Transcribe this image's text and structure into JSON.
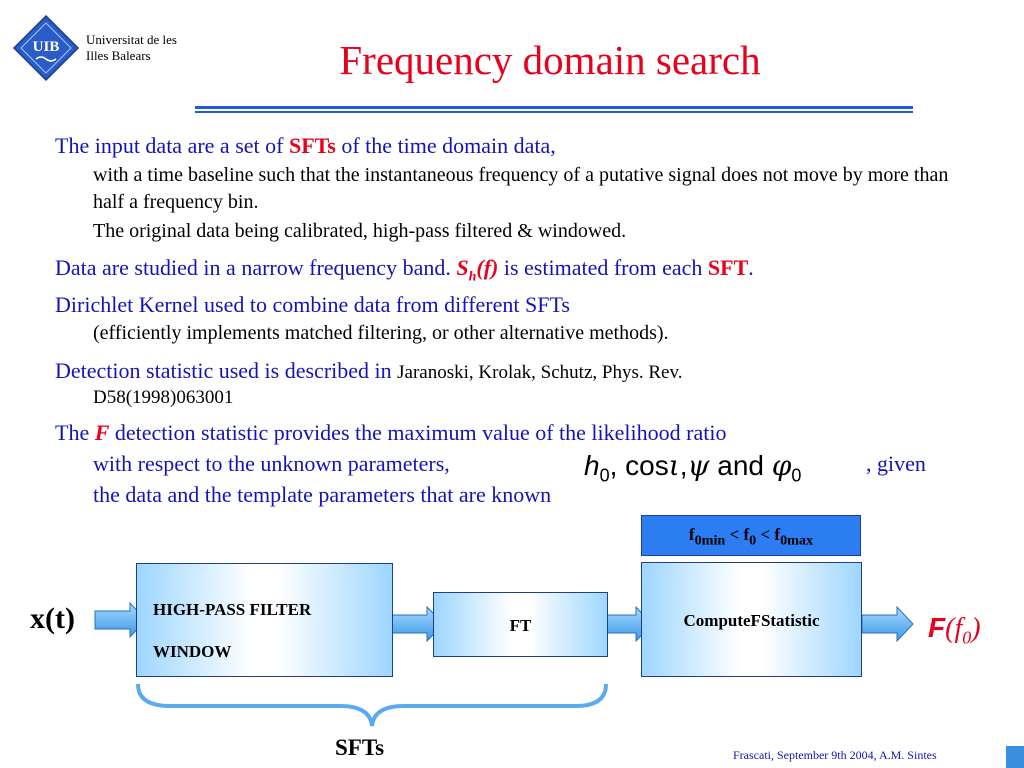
{
  "header": {
    "logo_text": "UIB",
    "university_line1": "Universitat de les",
    "university_line2": "Illes Balears",
    "title": "Frequency domain search"
  },
  "bullets": {
    "b1_pre": "The input data are a set of ",
    "b1_bold": "SFTs",
    "b1_post": " of the time domain data,",
    "b1_sub1": "with a time baseline such that the instantaneous frequency of a putative signal does not move by more than half a frequency bin.",
    "b1_sub2": "The original data being calibrated, high-pass filtered & windowed.",
    "b2_pre": "Data are studied in a narrow frequency band. ",
    "b2_sym": "S",
    "b2_sym_sub": "h",
    "b2_sym_arg": "(f)",
    "b2_mid": " is estimated from each ",
    "b2_bold": "SFT",
    "b2_end": ".",
    "b3": "Dirichlet Kernel used to combine data from different SFTs",
    "b3_sub": "(efficiently implements matched filtering, or other alternative methods).",
    "b4_pre": "Detection statistic used is described in ",
    "b4_ref1": "Jaranoski, Krolak, Schutz, Phys. Rev.",
    "b4_ref2": "D58(1998)063001",
    "b5_pre": "The ",
    "b5_F": "F",
    "b5_line1": " detection statistic provides the maximum value of the likelihood ratio",
    "b5_line2": "with respect to the unknown parameters,",
    "b5_given": ", given",
    "b5_line3": "the data and the template parameters that are known"
  },
  "formula": {
    "h": "h",
    "h_sub": "0",
    "sep1": ", cos",
    "iota": "ι",
    "sep2": ",",
    "psi": "ψ",
    "and": " and ",
    "phi": "φ",
    "phi_sub": "0"
  },
  "diagram": {
    "range_f": "f",
    "range_f_sub": "0min",
    "range_mid": " < f",
    "range_mid_sub": "0",
    "range_mid2": " < f",
    "range_end_sub": "0max",
    "input_label": "x(t)",
    "box1_line1": "HIGH-PASS  FILTER",
    "box1_line2": "WINDOW",
    "box2_label": "FT",
    "box3_label": "ComputeFStatistic",
    "output_F": "F",
    "output_open": "(",
    "output_f": "f",
    "output_sub": "0",
    "output_close": ")",
    "brace_label": "SFTs"
  },
  "footer": {
    "text": "Frascati, September  9th 2004, A.M. Sintes"
  },
  "colors": {
    "title_red": "#e8001c",
    "text_blue": "#1414b4",
    "rule_blue": "#1e5bd6",
    "range_box_blue": "#2c7df2",
    "arrow_fill": "#5fb0f0"
  }
}
